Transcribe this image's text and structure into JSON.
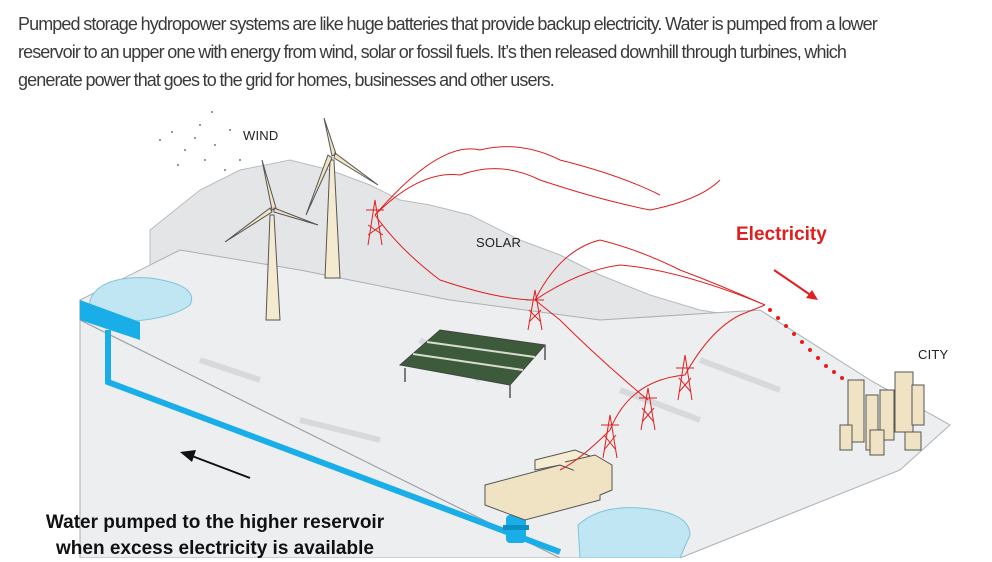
{
  "intro": {
    "lines": [
      "Pumped storage hydropower systems are like huge batteries that provide backup electricity. Water is pumped from a lower",
      "reservoir to an upper one with energy from wind, solar or fossil fuels. It’s then released downhill through turbines, which",
      "generate power that goes to the grid for homes, businesses and other users."
    ]
  },
  "labels": {
    "wind": "WIND",
    "solar": "SOLAR",
    "electricity": "Electricity",
    "city": "CITY"
  },
  "caption": {
    "line1": "Water pumped to the higher reservoir",
    "line2": "when excess electricity is available"
  },
  "colors": {
    "water": "#1aaee8",
    "reservoir": "#bfe6f2",
    "power_line": "#e02020",
    "terrain": "#e6e8ea",
    "building": "#efe3c4"
  }
}
